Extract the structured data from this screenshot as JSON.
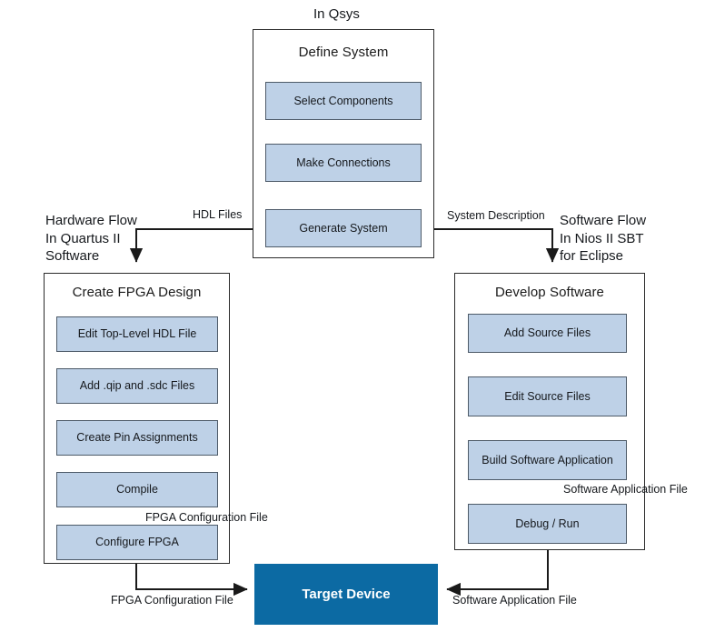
{
  "diagram": {
    "title_hidden": "",
    "colors": {
      "step_fill": "#bed1e7",
      "step_border": "#4d5a68",
      "group_border": "#2b2b2b",
      "target_fill": "#0c6aa3",
      "target_text": "#ffffff",
      "line": "#1a1a1a",
      "background": "#ffffff"
    },
    "labels": {
      "in_qsys": "In Qsys",
      "hardware_flow": "Hardware Flow\nIn Quartus II\nSoftware",
      "software_flow": "Software Flow\nIn Nios II SBT\nfor Eclipse",
      "hdl_files": "HDL Files",
      "system_description": "System Description",
      "fpga_config_file_mid": "FPGA Configuration File",
      "fpga_config_file_bottom": "FPGA Configuration File",
      "software_app_file_mid": "Software Application File",
      "software_app_file_bottom": "Software Application File"
    },
    "groups": [
      {
        "id": "define-system",
        "title": "Define System",
        "steps": [
          "Select Components",
          "Make Connections",
          "Generate System"
        ]
      },
      {
        "id": "create-fpga-design",
        "title": "Create FPGA Design",
        "steps": [
          "Edit Top-Level HDL File",
          "Add .qip and .sdc Files",
          "Create Pin Assignments",
          "Compile",
          "Configure FPGA"
        ]
      },
      {
        "id": "develop-software",
        "title": "Develop Software",
        "steps": [
          "Add Source Files",
          "Edit Source Files",
          "Build Software Application",
          "Debug / Run"
        ]
      }
    ],
    "target_device": "Target Device"
  }
}
